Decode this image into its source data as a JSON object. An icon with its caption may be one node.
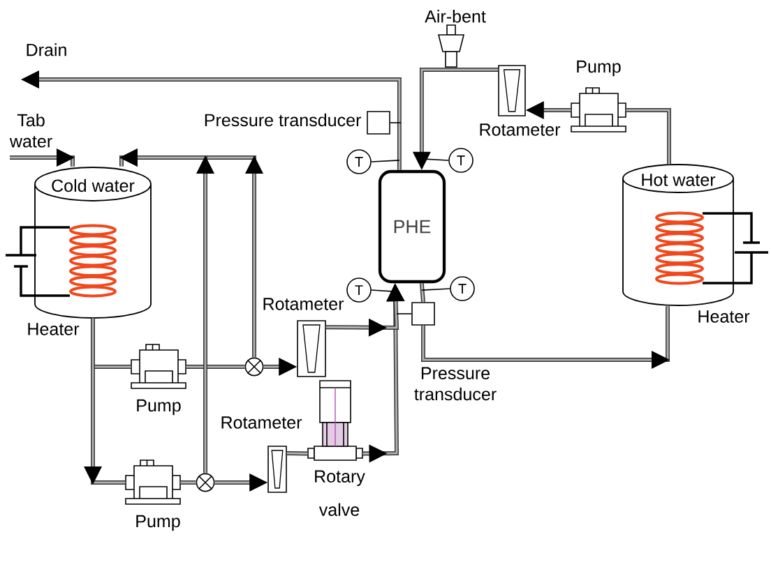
{
  "diagram": {
    "nodes": [
      {
        "text": [
          "Drain"
        ]
      },
      {
        "text": [
          "Air-bent"
        ]
      },
      {
        "text": [
          "Pump"
        ]
      },
      {
        "text": [
          "Tab water"
        ]
      },
      {
        "text": [
          "Pressure transducer"
        ]
      },
      {
        "text": [
          "Rotameter"
        ]
      },
      {
        "text": [
          "T"
        ]
      },
      {
        "text": [
          "T"
        ]
      },
      {
        "text": [
          "Cold water"
        ],
        "beside": [
          "Heater"
        ]
      },
      {
        "text": [
          "PHE"
        ]
      },
      {
        "text": [
          "Hot water"
        ],
        "beside": [
          "Heater"
        ]
      },
      {
        "text": [
          "T"
        ]
      },
      {
        "text": [
          "T"
        ]
      },
      {
        "text": [
          "Rotameter"
        ]
      },
      {
        "text": [
          "Pressure transducer"
        ]
      },
      {
        "text": [
          "Pump"
        ]
      },
      {
        "text": [],
        "shape": "circle"
      },
      {
        "text": [
          "Rotameter"
        ]
      },
      {
        "text": [
          "Rotary valve"
        ]
      },
      {
        "text": [
          "Pump"
        ]
      },
      {
        "text": [],
        "shape": "circle"
      }
    ],
    "edges": [
      {
        "from": 3,
        "to": 8,
        "arrow": "to"
      },
      {
        "from": 8,
        "to": 15,
        "arrow": "none"
      },
      {
        "from": 8,
        "to": 19,
        "arrow": "to"
      },
      {
        "from": 15,
        "to": 16,
        "arrow": "none"
      },
      {
        "from": 16,
        "to": 13,
        "arrow": "to"
      },
      {
        "from": 16,
        "to": 8,
        "arrow": "to"
      },
      {
        "from": 19,
        "to": 20,
        "arrow": "none"
      },
      {
        "from": 20,
        "to": 17,
        "arrow": "to"
      },
      {
        "from": 20,
        "to": 8,
        "arrow": "to"
      },
      {
        "from": 17,
        "to": 18,
        "arrow": "none"
      },
      {
        "from": 18,
        "to": 9,
        "arrow": "to"
      },
      {
        "from": 13,
        "to": 9,
        "arrow": "to"
      },
      {
        "from": 9,
        "to": 14,
        "arrow": "none"
      },
      {
        "from": 14,
        "to": 10,
        "arrow": "to"
      },
      {
        "from": 10,
        "to": 2,
        "arrow": "none"
      },
      {
        "from": 2,
        "to": 5,
        "arrow": "to"
      },
      {
        "from": 5,
        "to": 9,
        "arrow": "to"
      },
      {
        "from": 9,
        "to": 0,
        "arrow": "to"
      },
      {
        "from": 4,
        "to": null,
        "arrow": "none"
      },
      {
        "from": 6,
        "to": 9,
        "arrow": "none"
      },
      {
        "from": 7,
        "to": 9,
        "arrow": "none"
      },
      {
        "from": 11,
        "to": 9,
        "arrow": "none"
      },
      {
        "from": 12,
        "to": 9,
        "arrow": "none"
      },
      {
        "from": 14,
        "to": null,
        "arrow": "none"
      }
    ]
  }
}
